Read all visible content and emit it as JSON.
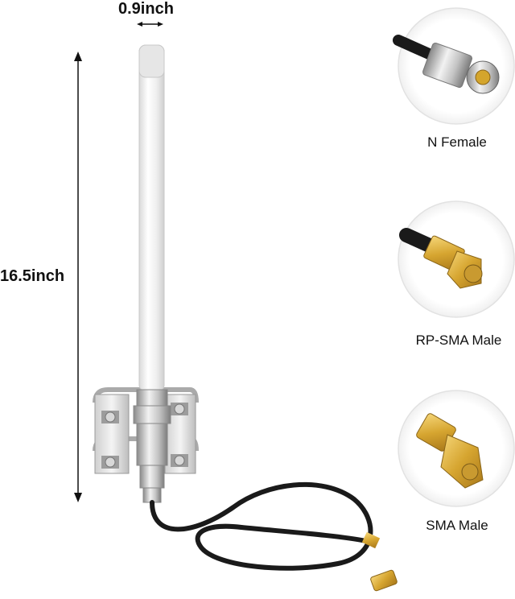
{
  "dimensions": {
    "width_label": "0.9inch",
    "height_label": "16.5inch"
  },
  "connectors": [
    {
      "label": "N Female"
    },
    {
      "label": "RP-SMA Male"
    },
    {
      "label": "SMA Male"
    }
  ],
  "colors": {
    "antenna": "#eeeeee",
    "cable": "#1a1a1a",
    "gold": "#d4a52c",
    "steel": "#b8b8b8"
  }
}
